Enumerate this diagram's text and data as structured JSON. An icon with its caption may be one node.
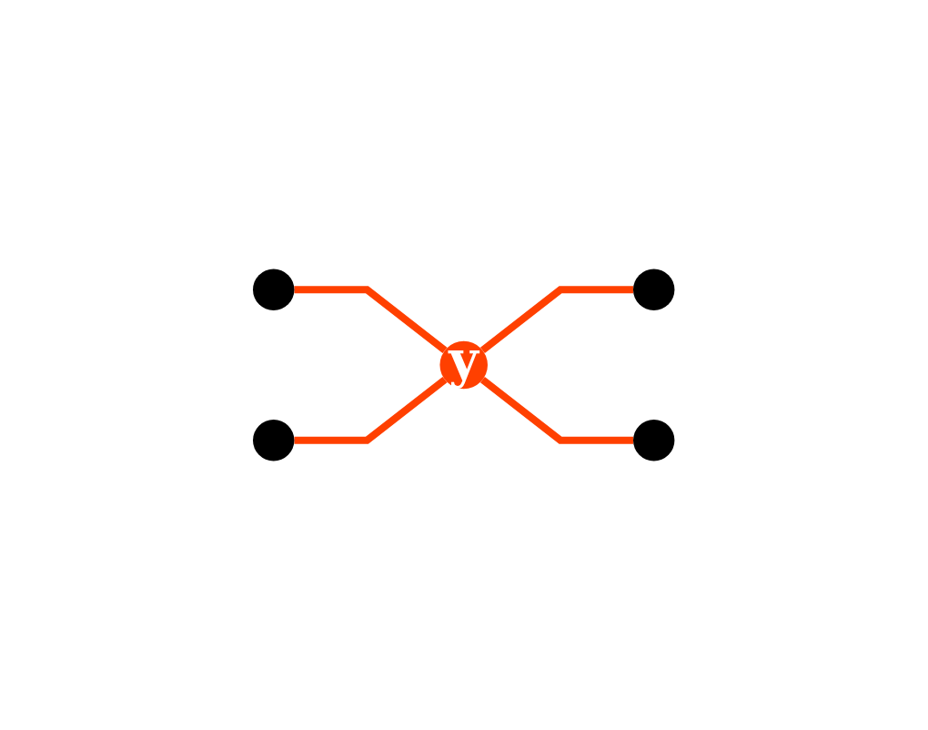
{
  "diagram": {
    "nodes": [
      {
        "text": [],
        "shape": "circle"
      },
      {
        "text": [],
        "shape": "circle"
      },
      {
        "text": [
          "y"
        ]
      },
      {
        "text": [],
        "shape": "circle"
      },
      {
        "text": [],
        "shape": "circle"
      }
    ],
    "edges": [
      {
        "from": 0,
        "to": 2,
        "arrow": "none"
      },
      {
        "from": 3,
        "to": 2,
        "arrow": "none"
      },
      {
        "from": 2,
        "to": 1,
        "arrow": "none"
      },
      {
        "from": 2,
        "to": 4,
        "arrow": "none"
      }
    ]
  }
}
